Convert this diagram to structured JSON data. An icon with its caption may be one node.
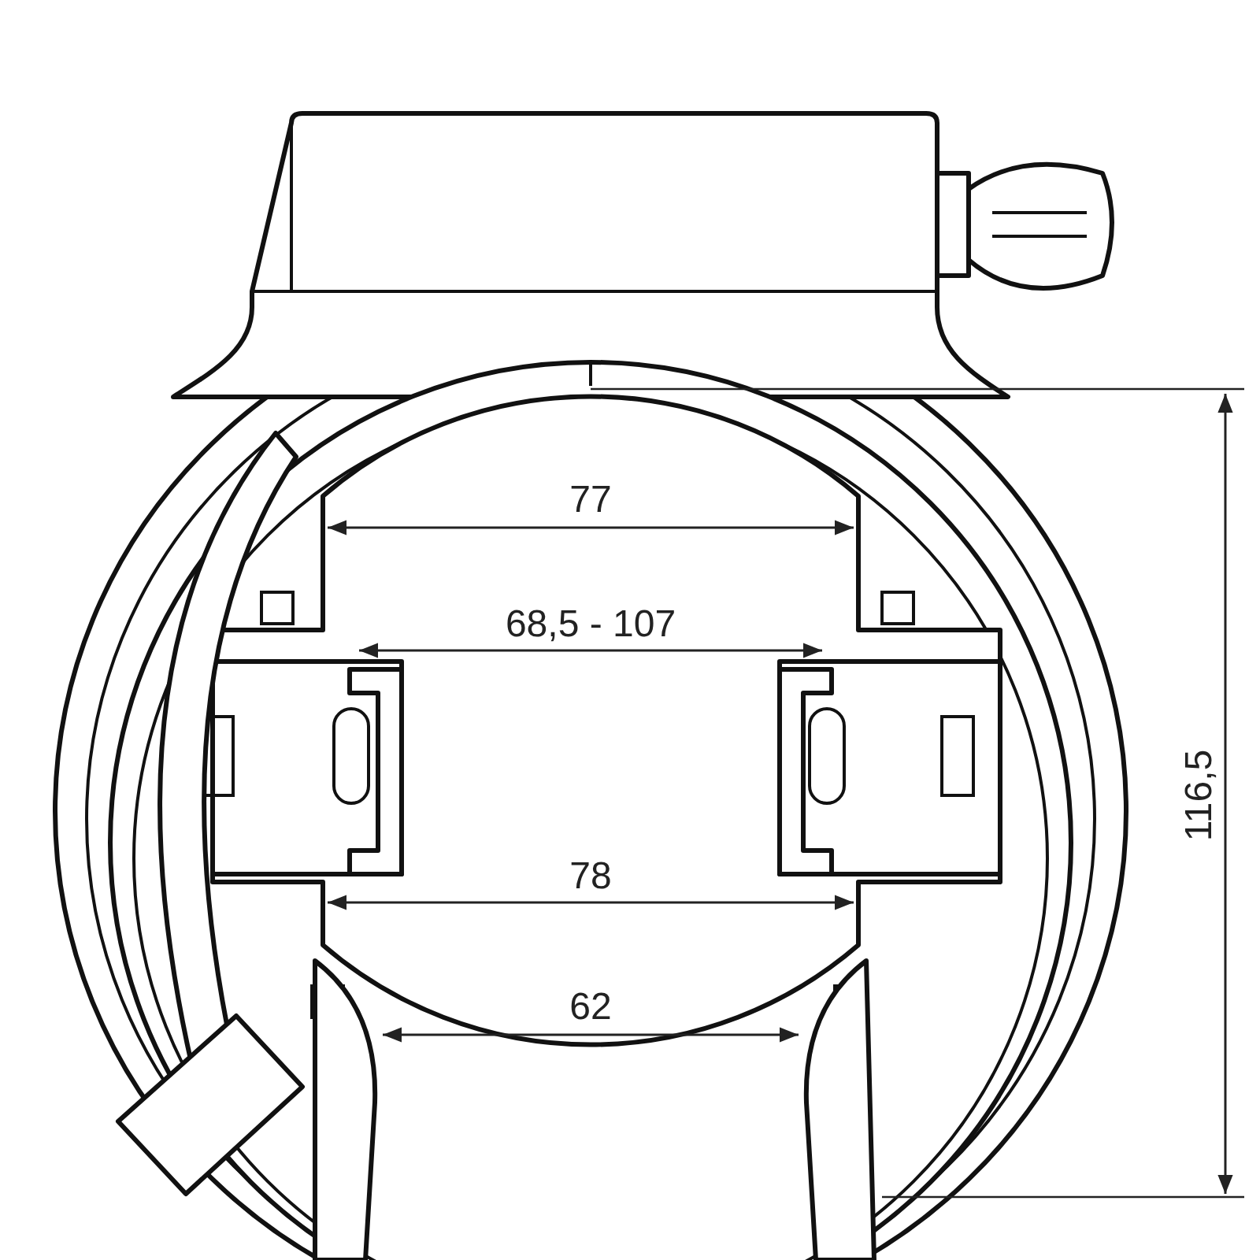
{
  "diagram": {
    "labels": [
      "77",
      "68,5 - 107",
      "78",
      "62",
      "116,5"
    ]
  }
}
